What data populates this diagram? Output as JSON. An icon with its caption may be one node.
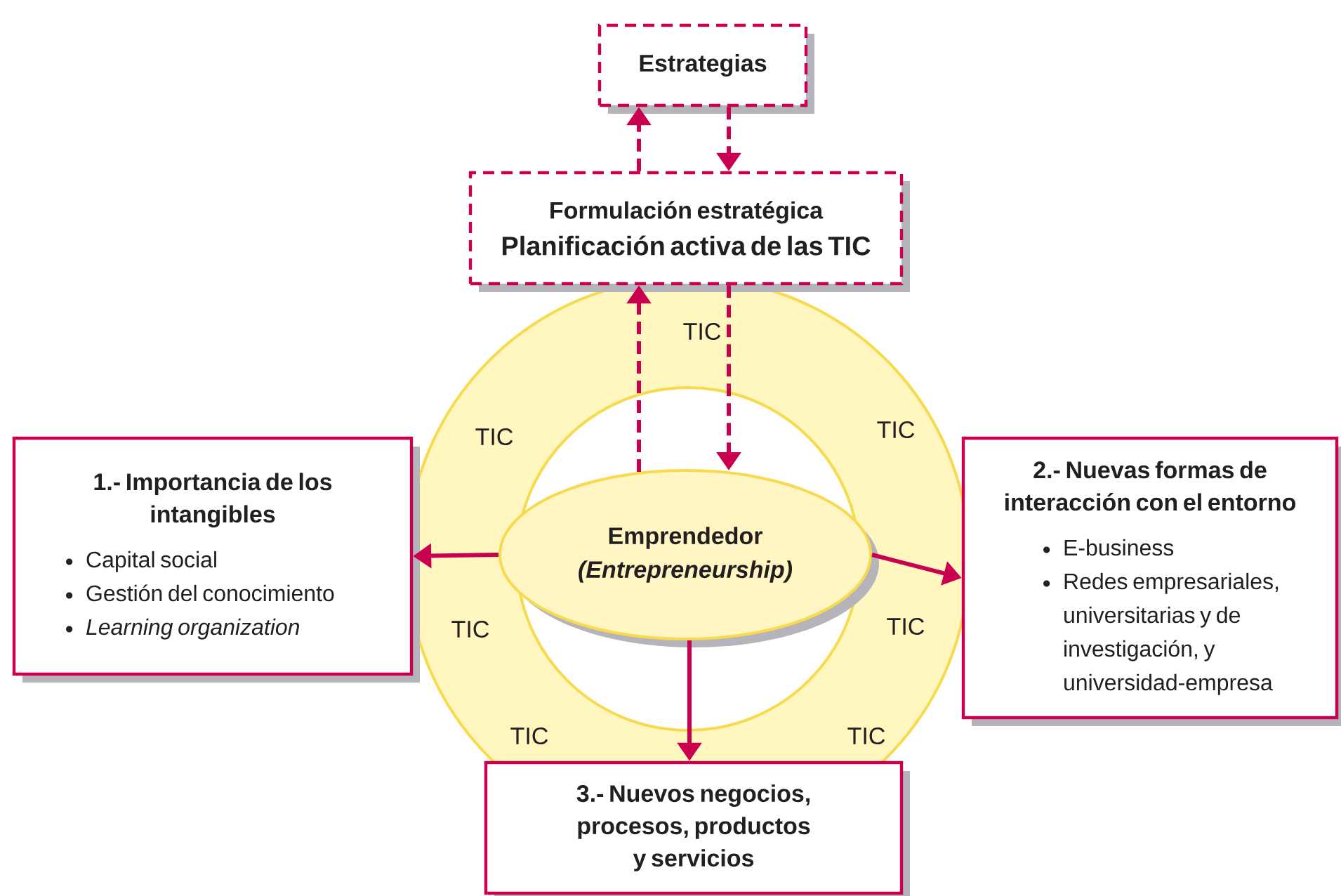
{
  "diagram": {
    "nodes": [
      {
        "text": [
          "Estrategias"
        ]
      },
      {
        "text": [
          "Formulación estratégica",
          "Planificación activa de las TIC"
        ]
      },
      {
        "text": [
          "Emprendedor",
          "(Entrepreneurship)"
        ]
      },
      {
        "text": [
          "1.- Importancia de los intangibles",
          "Capital social",
          "Gestión del conocimiento",
          "Learning organization"
        ]
      },
      {
        "text": [
          "2.- Nuevas formas de interacción con el entorno",
          "E-business",
          "Redes empresariales, universitarias y de investigación, y universidad-empresa"
        ]
      },
      {
        "text": [
          "3.- Nuevos negocios, procesos, productos y servicios"
        ]
      }
    ],
    "edges": [
      {
        "from": 1,
        "to": 0,
        "arrow": "to",
        "style": "dashed"
      },
      {
        "from": 0,
        "to": 1,
        "arrow": "to",
        "style": "dashed"
      },
      {
        "from": 2,
        "to": 1,
        "arrow": "to",
        "style": "dashed"
      },
      {
        "from": 1,
        "to": 2,
        "arrow": "to",
        "style": "dashed"
      },
      {
        "from": 2,
        "to": 3,
        "arrow": "to"
      },
      {
        "from": 2,
        "to": 4,
        "arrow": "to"
      },
      {
        "from": 2,
        "to": 5,
        "arrow": "to"
      }
    ],
    "labels": [
      "TIC",
      "TIC",
      "TIC",
      "TIC",
      "TIC",
      "TIC",
      "TIC"
    ]
  }
}
